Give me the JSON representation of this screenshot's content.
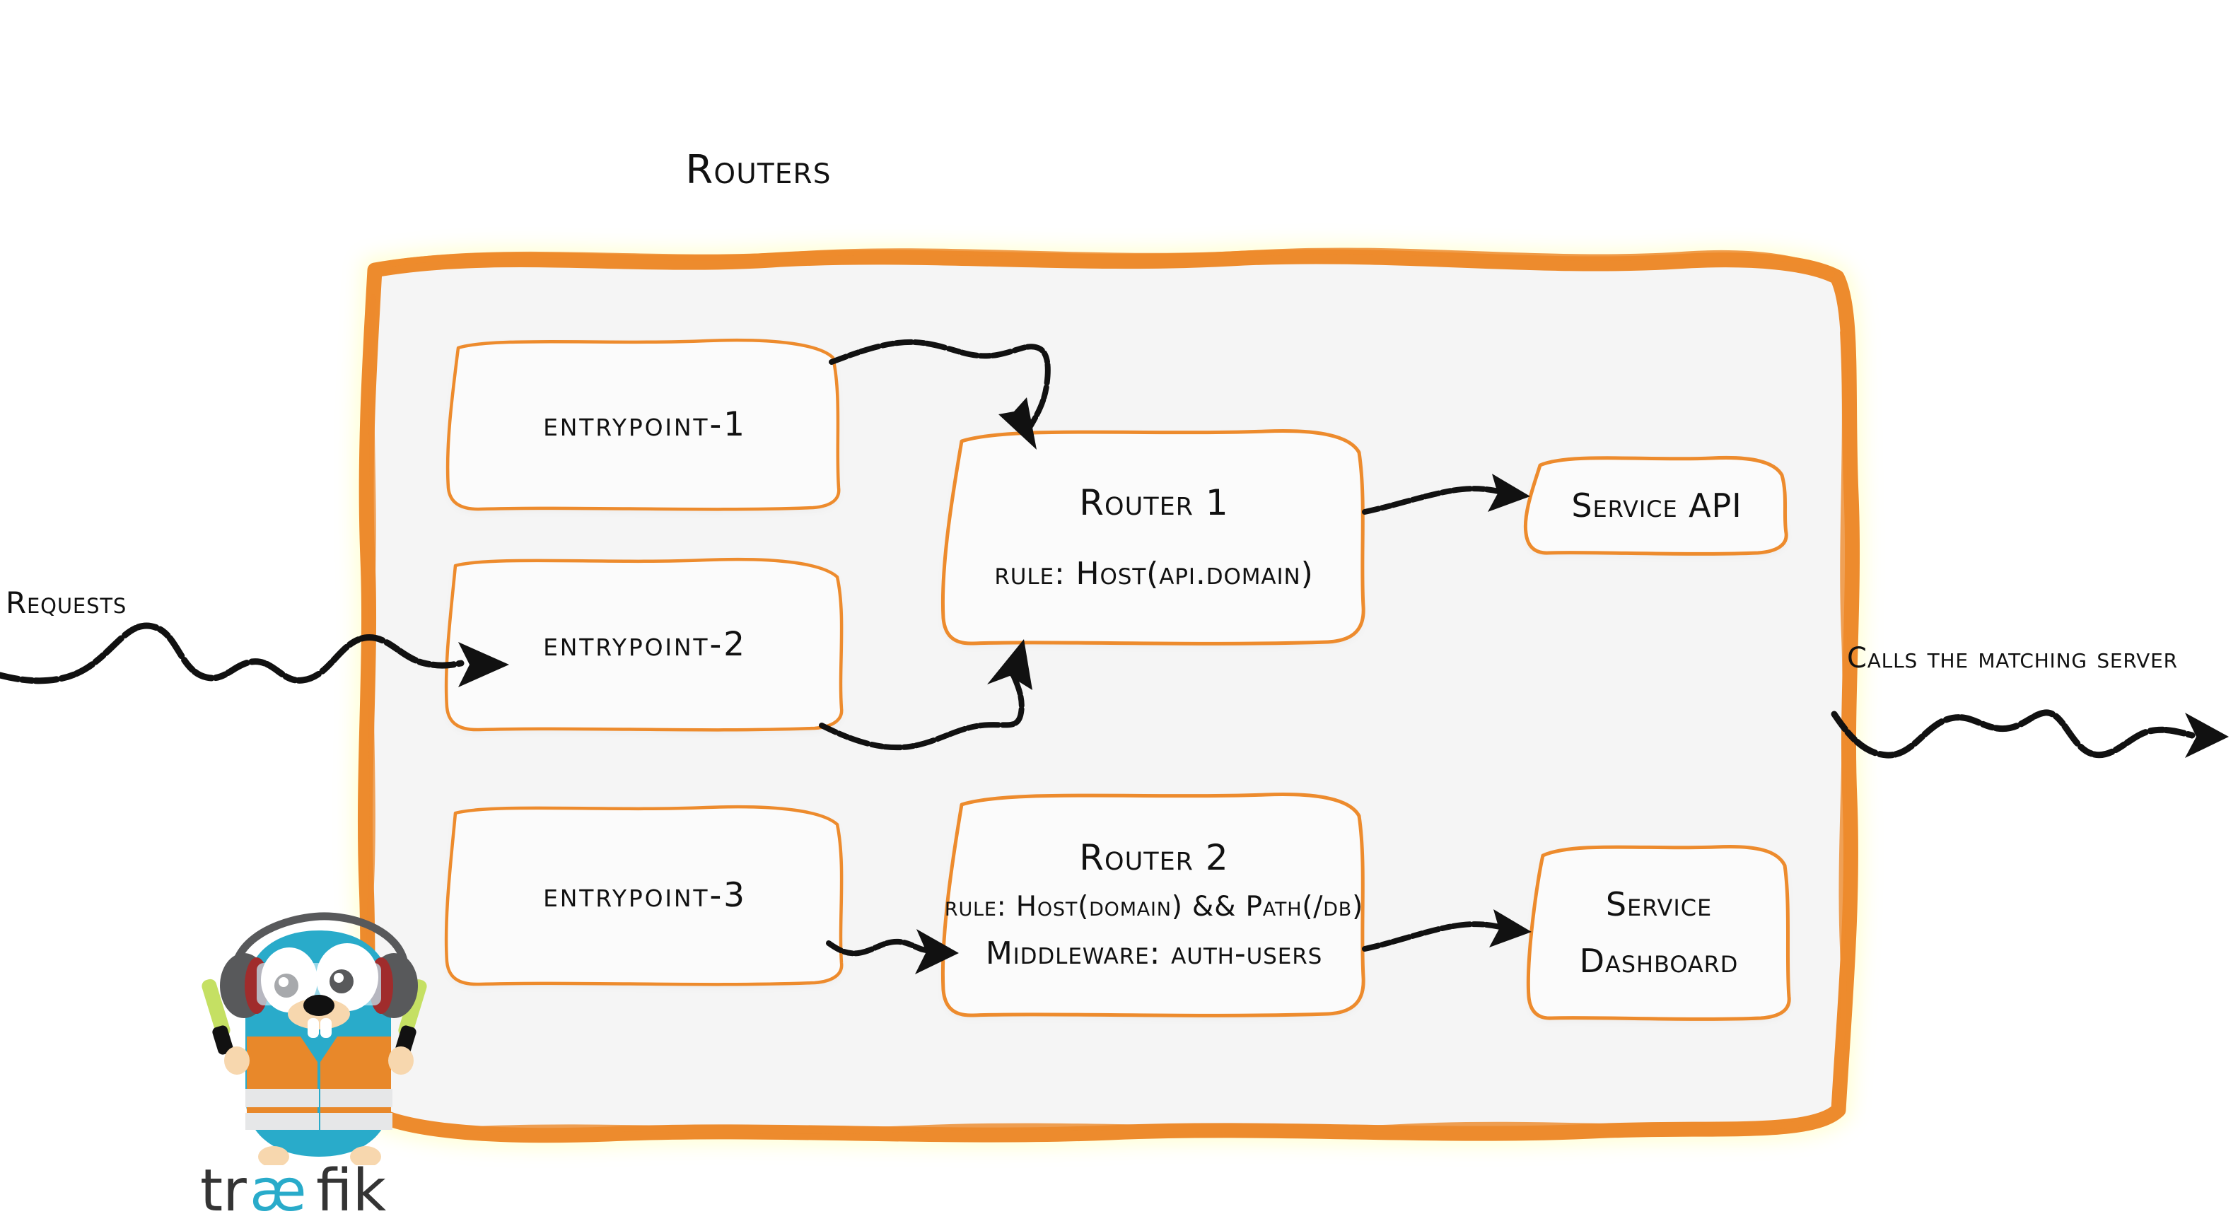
{
  "diagram": {
    "title": "Routers",
    "background_color": "#ffffff",
    "container_fill": "#f5f5f5",
    "accent_color": "#ed8b2d",
    "ink_color": "#111111"
  },
  "entrypoints": [
    {
      "label": "entrypoint-1"
    },
    {
      "label": "entrypoint-2"
    },
    {
      "label": "entrypoint-3"
    }
  ],
  "routers": [
    {
      "name": "Router 1",
      "rule": "rule: Host(api.domain)"
    },
    {
      "name": "Router 2",
      "rule": "rule: Host(domain) && Path(/db)",
      "middleware": "Middleware: auth-users"
    }
  ],
  "services": [
    {
      "label": "Service API"
    },
    {
      "line1": "Service",
      "line2": "Dashboard"
    }
  ],
  "edges": {
    "requests_label": "Requests",
    "calls_label": "Calls the matching server"
  },
  "logo": {
    "wordmark_part1": "tr",
    "wordmark_ligature": "æ",
    "wordmark_part2": "fik",
    "body_color": "#29abca",
    "vest_color": "#e8882a",
    "stripe_color": "#e6e7e8",
    "headphone_color": "#58595b",
    "headphone_accent": "#a02c2c",
    "glowstick_color": "#c5e063",
    "skin_color": "#f7d7ae",
    "wordmark_color": "#343434",
    "ligature_color": "#29abca"
  }
}
